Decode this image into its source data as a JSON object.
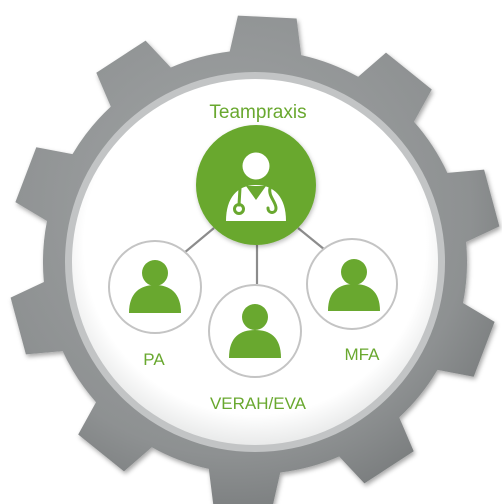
{
  "diagram": {
    "title": "Teampraxis",
    "members": [
      {
        "label": "PA",
        "icon": "person-icon"
      },
      {
        "label": "VERAH/EVA",
        "icon": "person-icon"
      },
      {
        "label": "MFA",
        "icon": "person-icon"
      }
    ],
    "center_icon": "doctor-stethoscope-icon",
    "background_icon": "gear-icon"
  },
  "colors": {
    "green": "#69a82f",
    "gear": "#8e9192",
    "gear_dark": "#6f7273",
    "gear_inner_ring": "#b9bbbc",
    "connector": "#8c8c8c",
    "member_ring": "#c4c4c4"
  }
}
